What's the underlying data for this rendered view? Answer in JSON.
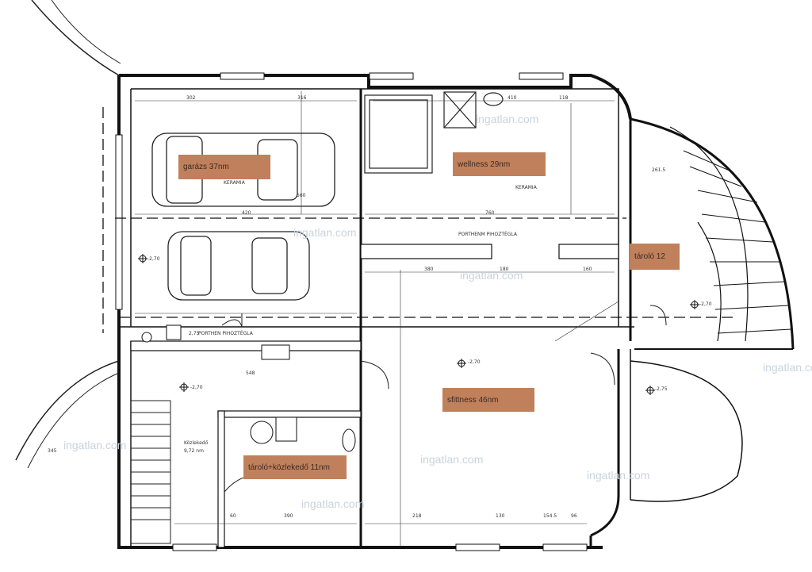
{
  "rooms": {
    "garage": "garázs 37nm",
    "wellness": "wellness 29nm",
    "storage": "tároló 12",
    "fitness": "sfittness 46nm",
    "hall": "tároló+közlekedő 11nm"
  },
  "annotations": {
    "porch_1": "PORTHENM PIHOZTÉGLA",
    "porch_2": "PORTHEN PIHOZTÉGLA",
    "kerama_1": "KERAMIA",
    "kerama_2": "KERAMIA",
    "kozl_text": "Közlekedő",
    "kozl_area": "9,72 nm",
    "level_1": "-2,70",
    "level_2": "-2,70",
    "level_3": "-2,70",
    "level_4": "-2,75",
    "level_5": "-2,70"
  },
  "dimensions": {
    "d1": "302",
    "d2": "316",
    "d3": "410",
    "d4": "118",
    "d5": "420",
    "d6": "760",
    "d7": "380",
    "d8": "180",
    "d9": "160",
    "d10": "548",
    "d11": "345",
    "d12": "218",
    "d13": "130",
    "d14": "154.5",
    "d15": "96",
    "d16": "60",
    "d17": "390",
    "d18": "261.5",
    "d19": "2,75",
    "d20": "560"
  },
  "watermark": "ingatlan.com"
}
